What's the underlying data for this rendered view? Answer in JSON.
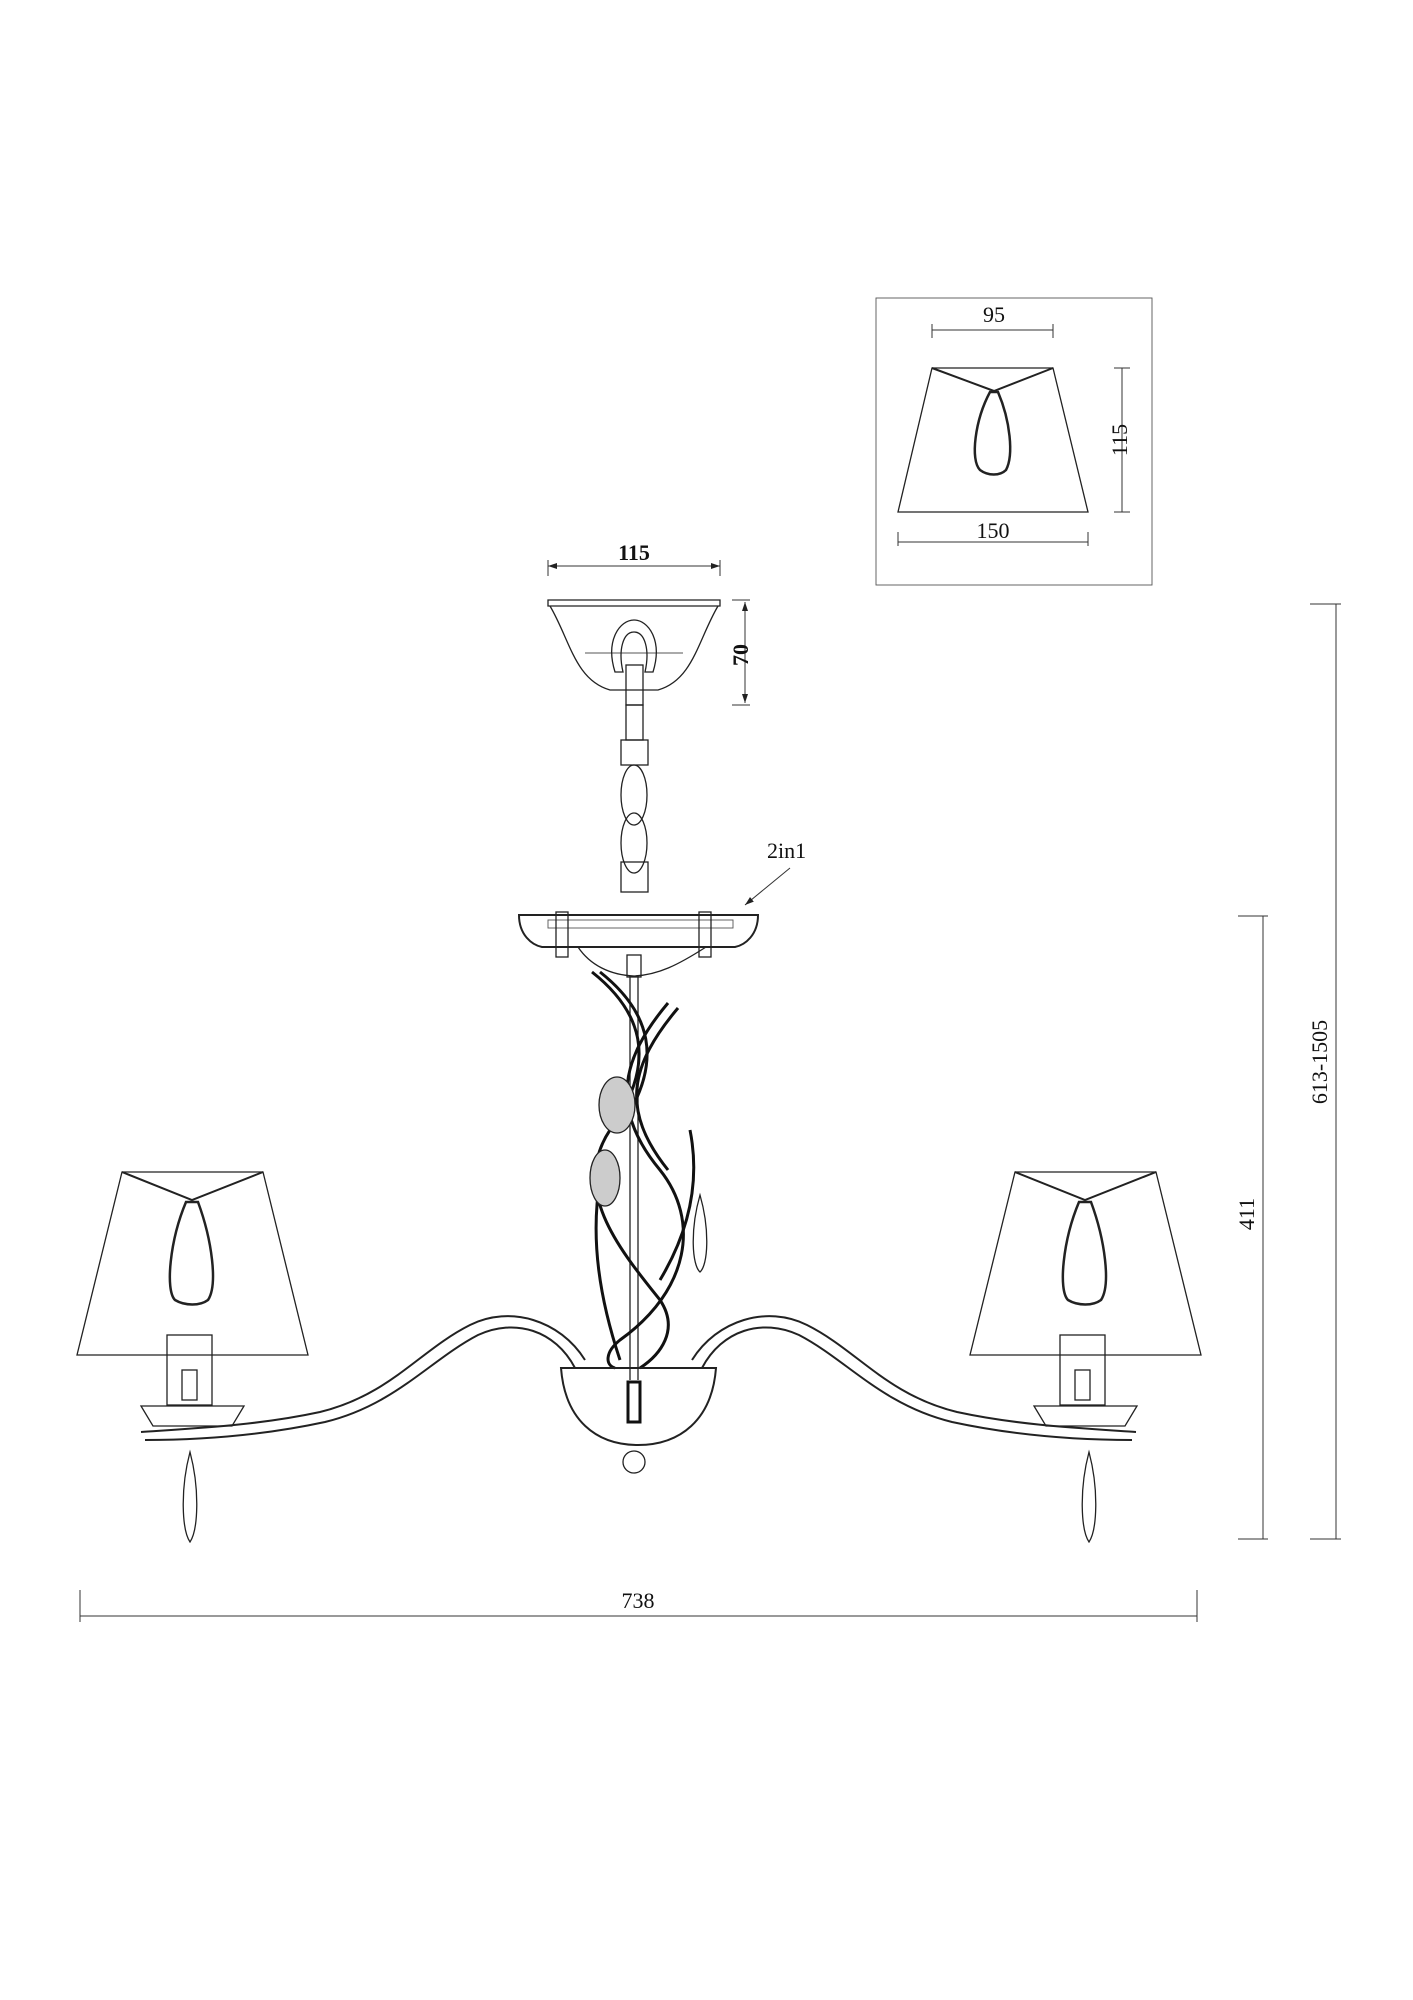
{
  "drawing": {
    "shade_detail": {
      "top_width": "95",
      "height": "115",
      "bottom_width": "150"
    },
    "canopy": {
      "width": "115",
      "height": "70"
    },
    "plate_label": "2in1",
    "overall": {
      "width": "738",
      "body_height": "411",
      "total_height_range": "613-1505"
    }
  }
}
